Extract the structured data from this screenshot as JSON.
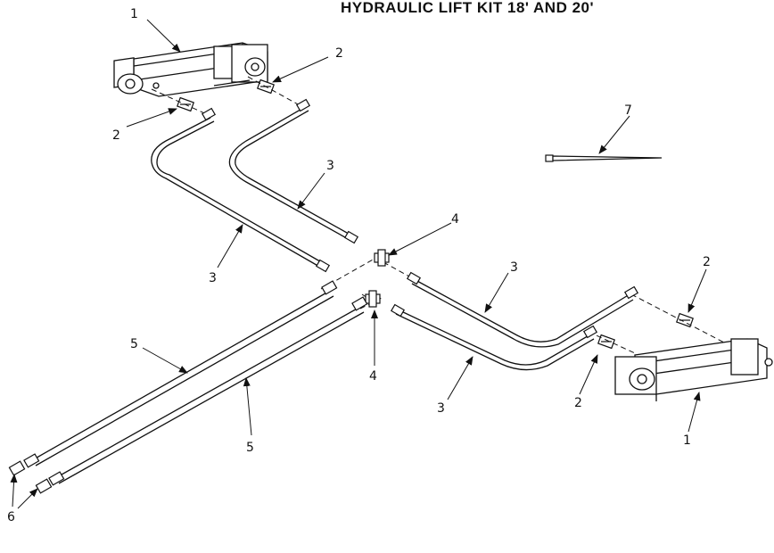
{
  "title": "HYDRAULIC LIFT KIT 18' AND 20'",
  "callouts": {
    "c1a": "1",
    "c1b": "1",
    "c2a": "2",
    "c2b": "2",
    "c2c": "2",
    "c2d": "2",
    "c3a": "3",
    "c3b": "3",
    "c3c": "3",
    "c3d": "3",
    "c4a": "4",
    "c4b": "4",
    "c5a": "5",
    "c5b": "5",
    "c6": "6",
    "c7": "7"
  }
}
